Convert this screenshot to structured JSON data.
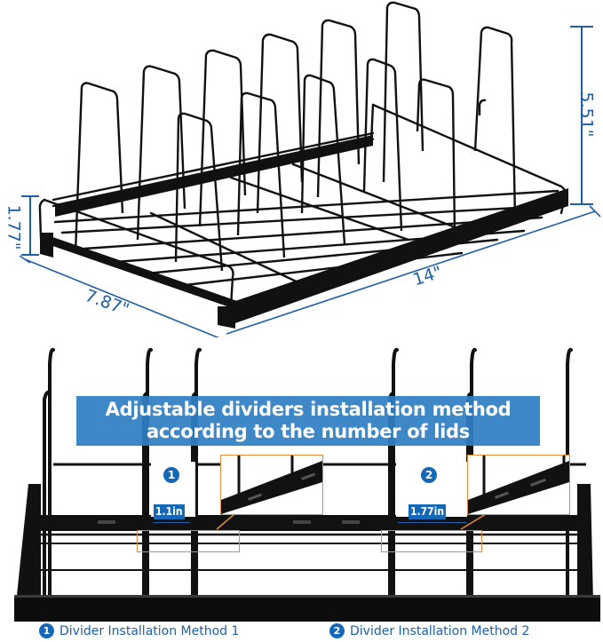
{
  "product_image": {
    "top_view": {
      "dimensions": {
        "height_total": "5.51\"",
        "height_base": "1.77\"",
        "depth": "7.87\"",
        "length": "14\""
      }
    },
    "banner": {
      "line1": "Adjustable dividers installation method",
      "line2": "according to the number of lids"
    },
    "methods": [
      {
        "badge": "1",
        "spacing": "1.1in"
      },
      {
        "badge": "2",
        "spacing": "1.77in"
      }
    ],
    "legend": [
      {
        "badge": "1",
        "label": "Divider Installation Method 1"
      },
      {
        "badge": "2",
        "label": "Divider Installation Method 2"
      }
    ]
  },
  "colors": {
    "dimension_blue": "#1f5fa8",
    "banner_blue": "#2f7fc4",
    "badge_blue": "#1568b8",
    "highlight_orange": "#e08a3a",
    "rack_black": "#111111"
  }
}
